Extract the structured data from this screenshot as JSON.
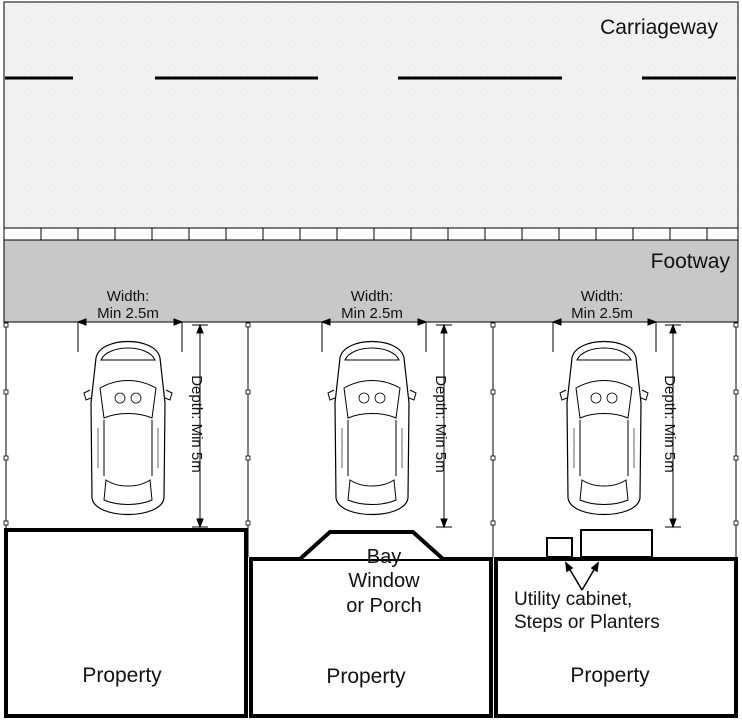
{
  "labels": {
    "carriageway": "Carriageway",
    "footway": "Footway"
  },
  "bays": [
    {
      "width_line1": "Width:",
      "width_line2": "Min 2.5m",
      "depth": "Depth: Min 5m"
    },
    {
      "width_line1": "Width:",
      "width_line2": "Min 2.5m",
      "depth": "Depth: Min 5m"
    },
    {
      "width_line1": "Width:",
      "width_line2": "Min 2.5m",
      "depth": "Depth: Min 5m"
    }
  ],
  "properties": [
    {
      "label": "Property"
    },
    {
      "label": "Property",
      "note": [
        "Bay",
        "Window",
        "or Porch"
      ]
    },
    {
      "label": "Property",
      "note": [
        "Utility cabinet,",
        "Steps or Planters"
      ]
    }
  ],
  "colors": {
    "road": "#f3f3f3",
    "footway": "#c8c8c8",
    "line": "#000000"
  }
}
